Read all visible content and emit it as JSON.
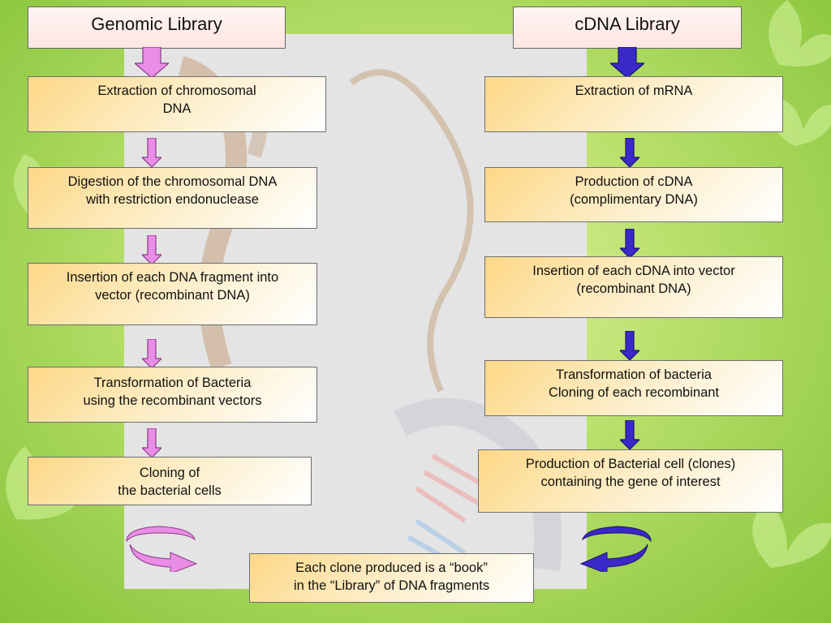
{
  "titles": {
    "genomic": "Genomic Library",
    "cdna": "cDNA Library"
  },
  "genomic_steps": [
    "Extraction of chromosomal\nDNA",
    "Digestion of the chromosomal DNA\nwith restriction endonuclease",
    "Insertion of each DNA fragment into\nvector (recombinant DNA)",
    "Transformation of Bacteria\nusing the recombinant vectors",
    "Cloning of\nthe bacterial cells"
  ],
  "cdna_steps": [
    "Extraction of mRNA",
    "Production of cDNA\n(complimentary DNA)",
    "Insertion of each cDNA into vector\n(recombinant DNA)",
    "Transformation of bacteria\nCloning of each recombinant",
    "Production of Bacterial cell (clones)\ncontaining the gene of interest"
  ],
  "conclusion": "Each clone produced is a “book”\nin the “Library” of DNA fragments",
  "colors": {
    "genomic_arrow": "#e98de6",
    "cdna_arrow": "#3b28c8",
    "box_gradient_start": "#fdd886",
    "background_green": "#9fd34c"
  }
}
